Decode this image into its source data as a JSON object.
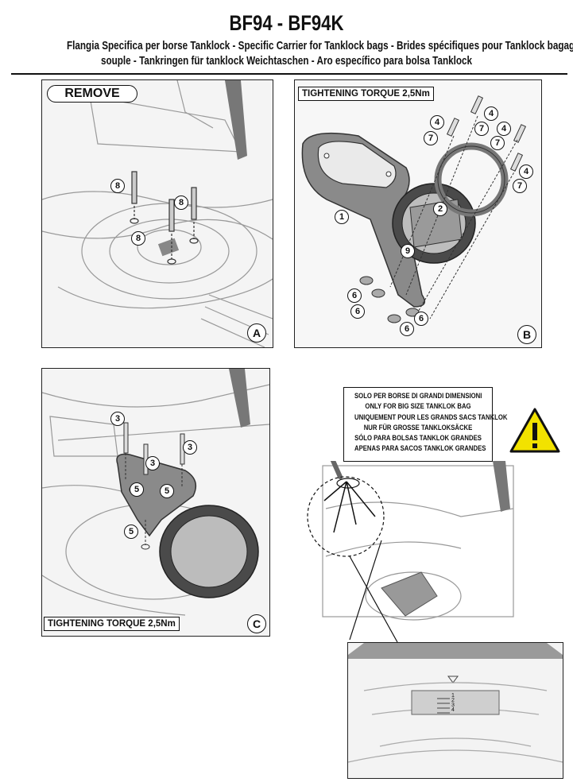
{
  "header": {
    "title": "BF94 - BF94K",
    "subtitle_line1": "Flangia Specifica per borse Tanklock - Specific Carrier for Tanklock bags - Brides spécifiques pour Tanklock bagagerie",
    "subtitle_line2": "souple - Tankringen für tanklock Weichtaschen - Aro específico para bolsa Tanklock"
  },
  "panel_a": {
    "letter": "A",
    "remove_label": "REMOVE",
    "callouts": [
      "8",
      "8",
      "8"
    ]
  },
  "panel_b": {
    "letter": "B",
    "torque_label": "TIGHTENING TORQUE 2,5Nm",
    "callouts": [
      "4",
      "7",
      "4",
      "7",
      "4",
      "7",
      "4",
      "7",
      "1",
      "2",
      "9",
      "6",
      "6",
      "6",
      "6"
    ]
  },
  "panel_c": {
    "letter": "C",
    "torque_label": "TIGHTENING TORQUE 2,5Nm",
    "callouts": [
      "3",
      "3",
      "3",
      "5",
      "5",
      "5"
    ]
  },
  "warning": {
    "lines": [
      "SOLO PER BORSE DI GRANDI DIMENSIONI",
      "ONLY FOR BIG SIZE TANKLOK BAG",
      "UNIQUEMENT POUR LES GRANDS SACS TANKLOK",
      "NUR FÜR GROSSE TANKLOKSÄCKE",
      "SÓLO PARA BOLSAS TANKLOK GRANDES",
      "APENAS PARA SACOS TANKLOK GRANDES"
    ],
    "icon": "warning-triangle-icon"
  },
  "inset": {
    "scale_marks": [
      "1",
      "2",
      "3",
      "4"
    ]
  },
  "colors": {
    "warning_yellow": "#f2e200",
    "bracket_gray": "#8a8a8a",
    "ring_dark": "#4a4a4a"
  }
}
